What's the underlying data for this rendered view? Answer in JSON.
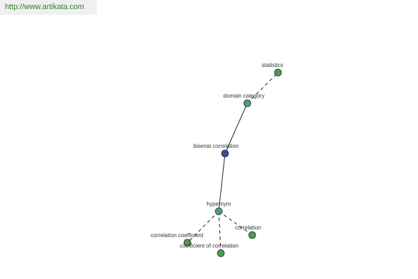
{
  "watermark": {
    "text": "http://www.artikata.com"
  },
  "colors": {
    "center_node": "#3a4f9b",
    "relation_node": "#4e9a8f",
    "leaf_node": "#4e9a4e",
    "node_stroke": "#2b2b2b",
    "edge": "#222222"
  },
  "nodes": [
    {
      "id": "statistics",
      "label": "statistics",
      "kind": "leaf"
    },
    {
      "id": "domain_category",
      "label": "domain category",
      "kind": "relation"
    },
    {
      "id": "biserial_correlation",
      "label": "biserial correlation",
      "kind": "center"
    },
    {
      "id": "hypernym",
      "label": "hypernym",
      "kind": "relation"
    },
    {
      "id": "correlation_coefficient",
      "label": "correlation coefficient",
      "kind": "leaf"
    },
    {
      "id": "coefficient_of_correlation",
      "label": "coefficient of correlation",
      "kind": "leaf"
    },
    {
      "id": "correlation",
      "label": "correlation",
      "kind": "leaf"
    }
  ],
  "edges": [
    {
      "from": "domain_category",
      "to": "statistics",
      "style": "dashed"
    },
    {
      "from": "biserial_correlation",
      "to": "domain_category",
      "style": "solid"
    },
    {
      "from": "biserial_correlation",
      "to": "hypernym",
      "style": "solid"
    },
    {
      "from": "hypernym",
      "to": "correlation_coefficient",
      "style": "dashed"
    },
    {
      "from": "hypernym",
      "to": "coefficient_of_correlation",
      "style": "dashed"
    },
    {
      "from": "hypernym",
      "to": "correlation",
      "style": "dashed"
    }
  ]
}
